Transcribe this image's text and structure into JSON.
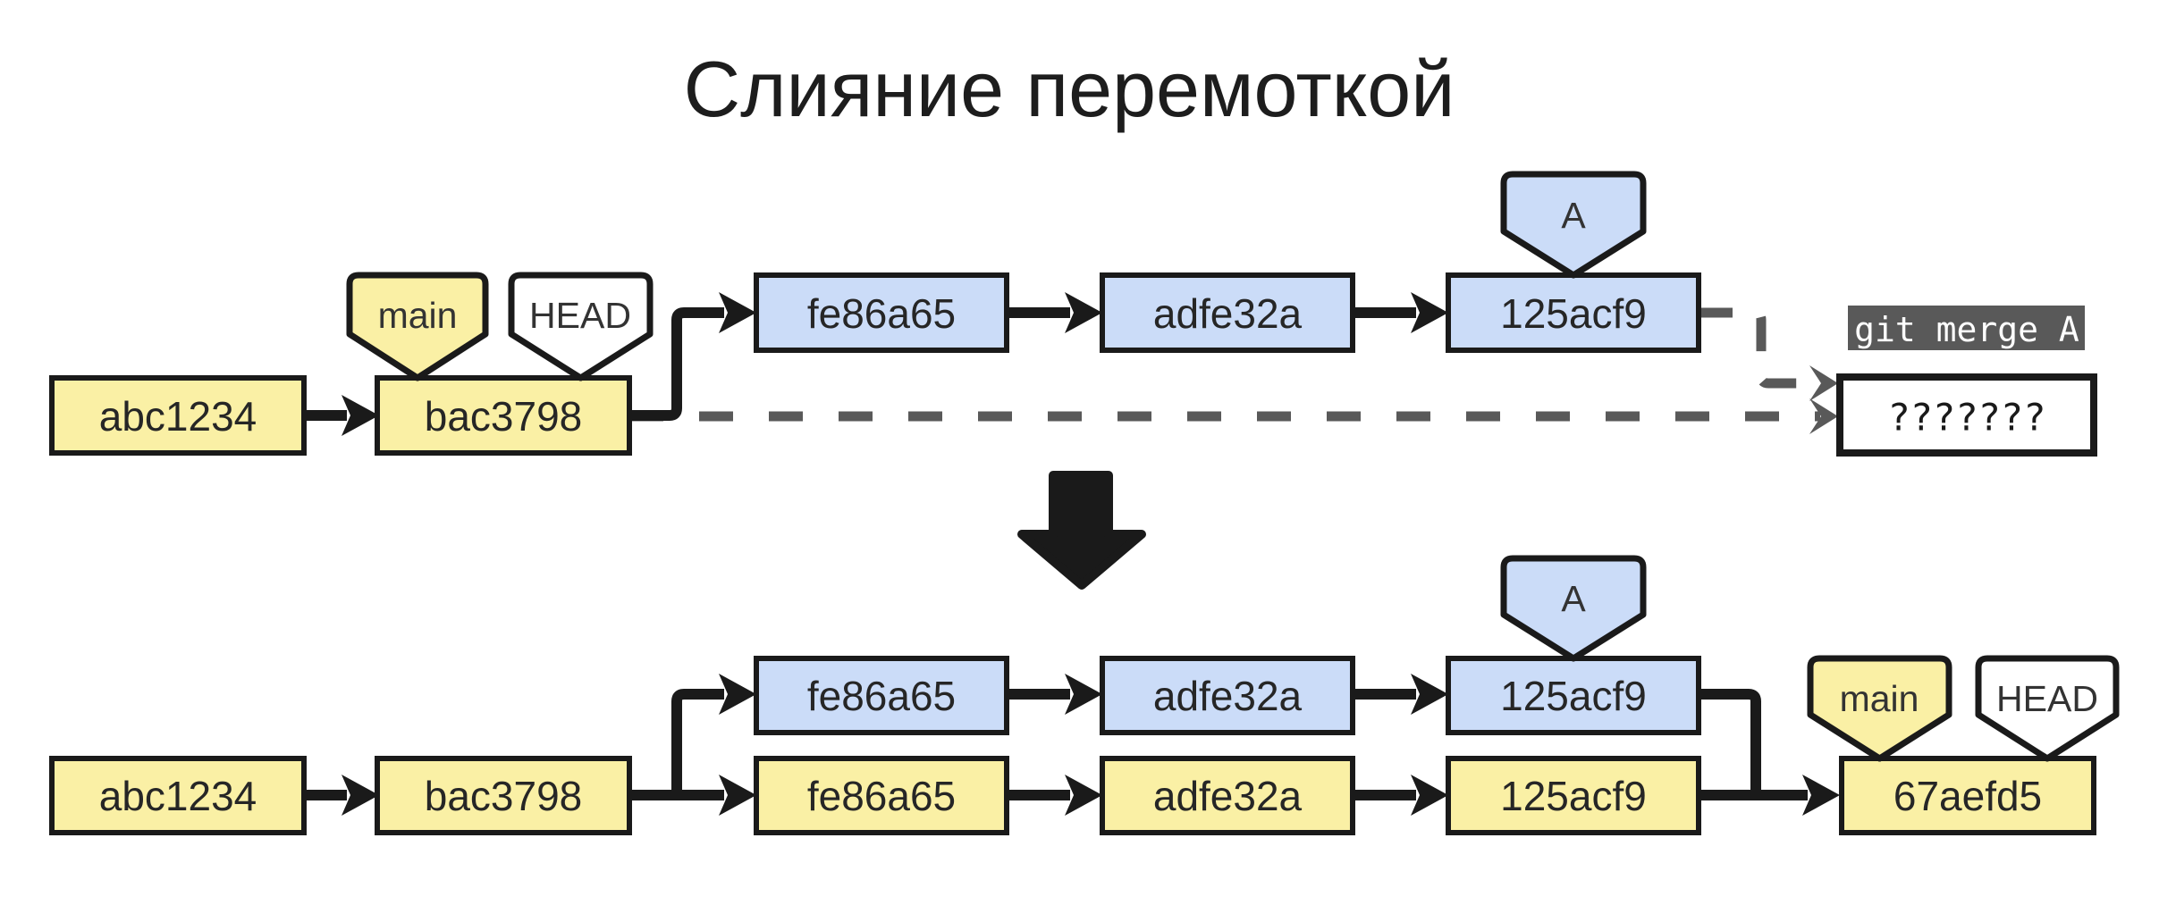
{
  "title": "Слияние перемоткой",
  "colors": {
    "commit_yellow": "#FAF0A5",
    "commit_blue": "#CBDCF8",
    "outline": "#1A1A1A",
    "dashed_gray": "#595959",
    "command_bg": "#595959",
    "command_text": "#FFFFFF"
  },
  "top_diagram": {
    "main_commits": [
      "abc1234",
      "bac3798"
    ],
    "branch_commits": [
      "fe86a65",
      "adfe32a",
      "125acf9"
    ],
    "main_tag": "main",
    "head_tag": "HEAD",
    "branch_tag": "A",
    "command": "git merge A",
    "pending_commit": "???????"
  },
  "bottom_diagram": {
    "branch_commits": [
      "fe86a65",
      "adfe32a",
      "125acf9"
    ],
    "main_commits": [
      "abc1234",
      "bac3798",
      "fe86a65",
      "adfe32a",
      "125acf9",
      "67aefd5"
    ],
    "main_tag": "main",
    "head_tag": "HEAD",
    "branch_tag": "A"
  }
}
